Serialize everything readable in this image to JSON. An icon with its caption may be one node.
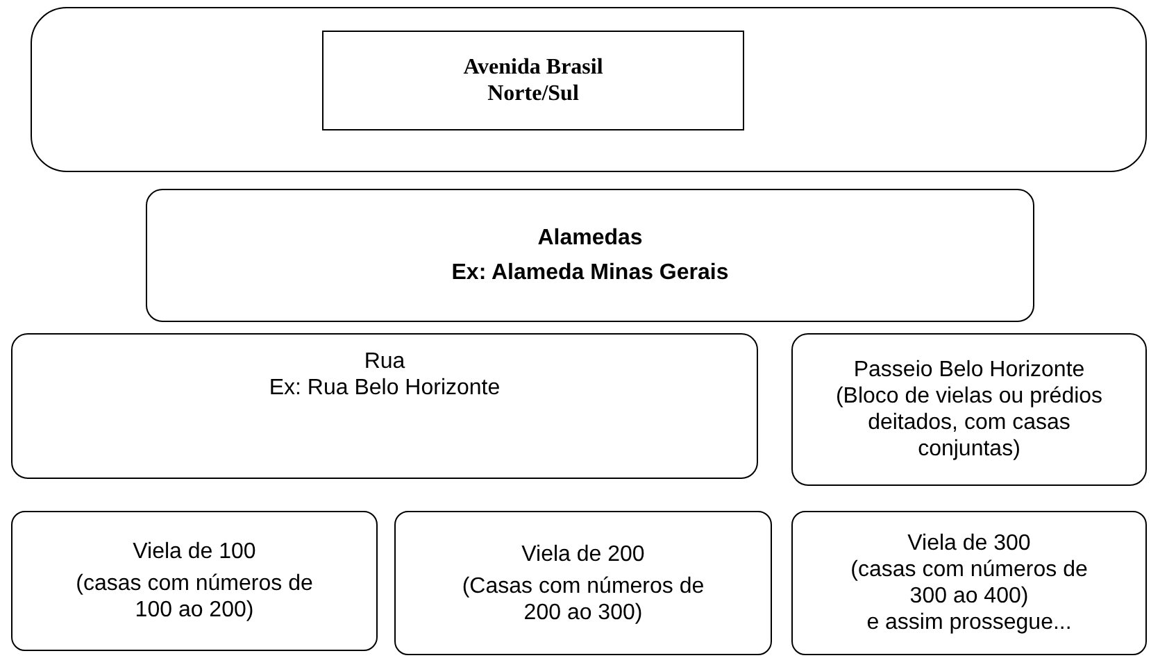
{
  "diagram": {
    "nodes": [
      {
        "text": [],
        "shape": "box"
      },
      {
        "text": [
          "Avenida Brasil Norte/Sul"
        ],
        "in": 0
      },
      {
        "text": [
          "Alamedas",
          "Ex: Alameda Minas Gerais"
        ]
      },
      {
        "text": [
          "Rua",
          "Ex: Rua Belo Horizonte"
        ]
      },
      {
        "text": [
          "Passeio Belo Horizonte",
          "(Bloco de vielas ou prédios deitados, com casas conjuntas)"
        ]
      },
      {
        "text": [
          "Viela de 100",
          "(casas com números de 100 ao 200)"
        ]
      },
      {
        "text": [
          "Viela de 200",
          "(Casas com números de 200 ao 300)"
        ]
      },
      {
        "text": [
          "Viela de 300",
          "(casas com números de 300 ao 400)",
          "e assim prossegue..."
        ]
      }
    ]
  }
}
